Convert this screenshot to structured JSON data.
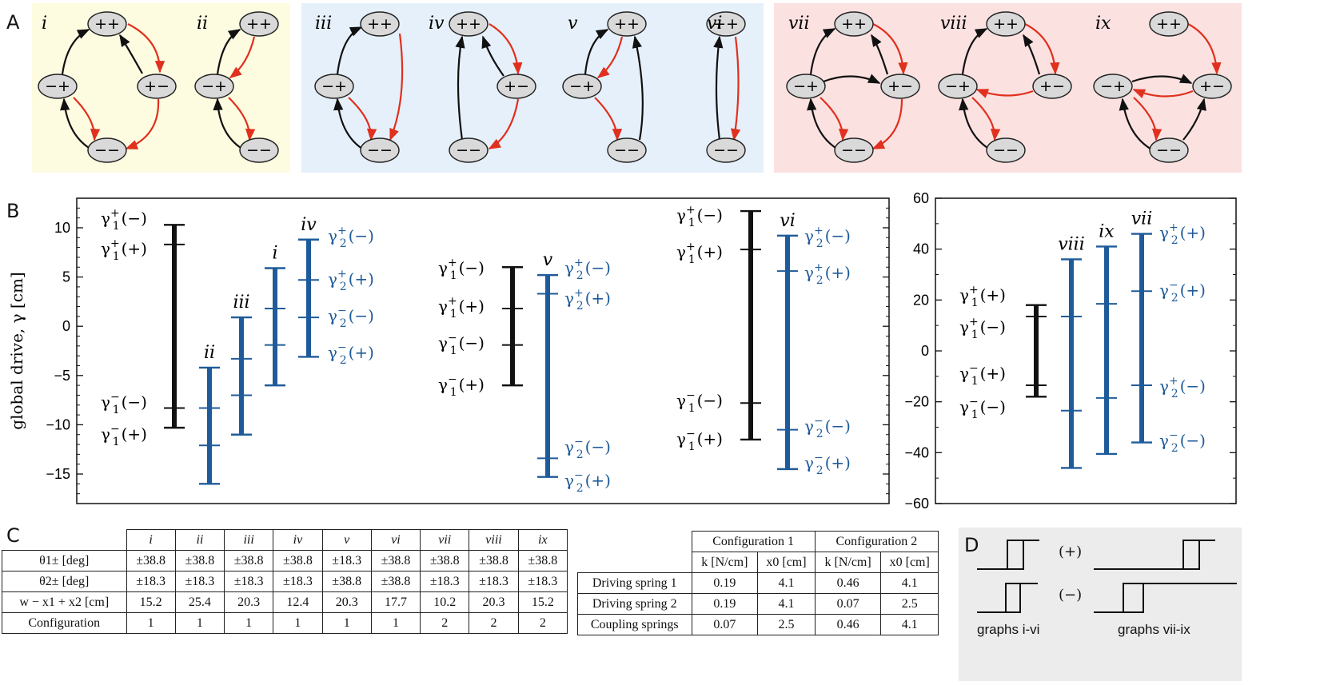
{
  "panels": {
    "A": "A",
    "B": "B",
    "C": "C",
    "D": "D"
  },
  "node_labels": {
    "pp": "++",
    "mp": "−+",
    "pm": "+−",
    "mm": "−−"
  },
  "graphs": [
    "i",
    "ii",
    "iii",
    "iv",
    "v",
    "vi",
    "vii",
    "viii",
    "ix"
  ],
  "colors": {
    "yellow_bg": "#fdfbe0",
    "blue_bg": "#e6f0fa",
    "red_bg": "#fce1e1",
    "red_arrow": "#e0301e",
    "blue_bar": "#1f5b9a",
    "gray_bg": "#ececec"
  },
  "chart_data": [
    {
      "type": "range-bars",
      "ylabel": "global drive, γ [cm]",
      "ylim": [
        -18,
        13
      ],
      "yticks": [
        10,
        5,
        0,
        -5,
        -10,
        -15
      ],
      "sections": [
        {
          "bars": [
            {
              "graph": "",
              "color": "black",
              "min": -10.3,
              "max": 10.3,
              "ticks": [
                8.3,
                -8.3
              ]
            },
            {
              "graph": "ii",
              "color": "blue",
              "min": -16.0,
              "max": -4.2,
              "ticks": [
                -8.3,
                -12.1
              ]
            },
            {
              "graph": "iii",
              "color": "blue",
              "min": -11.0,
              "max": 0.9,
              "ticks": [
                -3.3,
                -7.0
              ]
            },
            {
              "graph": "i",
              "color": "blue",
              "min": -6.0,
              "max": 5.9,
              "ticks": [
                1.8,
                -1.9
              ]
            },
            {
              "graph": "iv",
              "color": "blue",
              "min": -3.1,
              "max": 8.8,
              "ticks": [
                4.7,
                0.9
              ]
            }
          ],
          "left_labels": [
            "γ1+(−)",
            "γ1+(+)",
            "γ1−(−)",
            "γ1−(+)"
          ],
          "right_labels": [
            "γ2+(−)",
            "γ2+(+)",
            "γ2−(−)",
            "γ2−(+)"
          ]
        },
        {
          "bars": [
            {
              "graph": "",
              "color": "black",
              "min": -6.0,
              "max": 6.0,
              "ticks": [
                1.8,
                -1.9
              ]
            },
            {
              "graph": "v",
              "color": "blue",
              "min": -15.3,
              "max": 5.2,
              "ticks": [
                3.3,
                -13.4
              ]
            }
          ],
          "left_labels": [
            "γ1+(−)",
            "γ1+(+)",
            "γ1−(−)",
            "γ1−(+)"
          ],
          "right_labels": [
            "γ2+(−)",
            "γ2+(+)",
            "γ2−(−)",
            "γ2−(+)"
          ]
        },
        {
          "bars": [
            {
              "graph": "",
              "color": "black",
              "min": -11.5,
              "max": 11.7,
              "ticks": [
                7.8,
                -7.8
              ]
            },
            {
              "graph": "vi",
              "color": "blue",
              "min": -14.5,
              "max": 9.2,
              "ticks": [
                5.6,
                -10.5
              ]
            }
          ],
          "left_labels": [
            "γ1+(−)",
            "γ1+(+)",
            "γ1−(−)",
            "γ1−(+)"
          ],
          "right_labels": [
            "γ2+(−)",
            "γ2+(+)",
            "γ2−(−)",
            "γ2−(+)"
          ]
        }
      ]
    },
    {
      "type": "range-bars",
      "ylim": [
        -60,
        60
      ],
      "yticks": [
        60,
        40,
        20,
        0,
        -20,
        -40,
        -60
      ],
      "bars": [
        {
          "graph": "",
          "color": "black",
          "min": -18,
          "max": 18,
          "ticks": [
            13.5,
            -13.5
          ]
        },
        {
          "graph": "viii",
          "color": "blue",
          "min": -46,
          "max": 36,
          "ticks": [
            13.5,
            -23.5
          ]
        },
        {
          "graph": "ix",
          "color": "blue",
          "min": -40.5,
          "max": 41,
          "ticks": [
            18.5,
            -18.5
          ]
        },
        {
          "graph": "vii",
          "color": "blue",
          "min": -36,
          "max": 46,
          "ticks": [
            23.5,
            -13.5
          ]
        }
      ],
      "left_labels": [
        "γ1+(+)",
        "γ1+(−)",
        "γ1−(+)",
        "γ1−(−)"
      ],
      "right_labels": [
        "γ2+(+)",
        "γ2−(+)",
        "γ2+(−)",
        "γ2−(−)"
      ]
    }
  ],
  "table1": {
    "header": [
      "i",
      "ii",
      "iii",
      "iv",
      "v",
      "vi",
      "vii",
      "viii",
      "ix"
    ],
    "rows": [
      {
        "label": "θ1± [deg]",
        "values": [
          "±38.8",
          "±38.8",
          "±38.8",
          "±38.8",
          "±18.3",
          "±38.8",
          "±38.8",
          "±38.8",
          "±38.8"
        ]
      },
      {
        "label": "θ2± [deg]",
        "values": [
          "±18.3",
          "±18.3",
          "±18.3",
          "±18.3",
          "±38.8",
          "±38.8",
          "±18.3",
          "±18.3",
          "±18.3"
        ]
      },
      {
        "label": "w − x1 + x2 [cm]",
        "values": [
          "15.2",
          "25.4",
          "20.3",
          "12.4",
          "20.3",
          "17.7",
          "10.2",
          "20.3",
          "15.2"
        ]
      },
      {
        "label": "Configuration",
        "values": [
          "1",
          "1",
          "1",
          "1",
          "1",
          "1",
          "2",
          "2",
          "2"
        ]
      }
    ]
  },
  "table2": {
    "configs": [
      "Configuration 1",
      "Configuration 2"
    ],
    "subheaders": [
      "k [N/cm]",
      "x0 [cm]",
      "k [N/cm]",
      "x0 [cm]"
    ],
    "rows": [
      {
        "label": "Driving spring 1",
        "values": [
          "0.19",
          "4.1",
          "0.46",
          "4.1"
        ]
      },
      {
        "label": "Driving spring 2",
        "values": [
          "0.19",
          "4.1",
          "0.07",
          "2.5"
        ]
      },
      {
        "label": "Coupling springs",
        "values": [
          "0.07",
          "2.5",
          "0.46",
          "4.1"
        ]
      }
    ]
  },
  "panelD": {
    "plus": "(+)",
    "minus": "(−)",
    "left_caption": "graphs i-vi",
    "right_caption": "graphs vii-ix"
  }
}
